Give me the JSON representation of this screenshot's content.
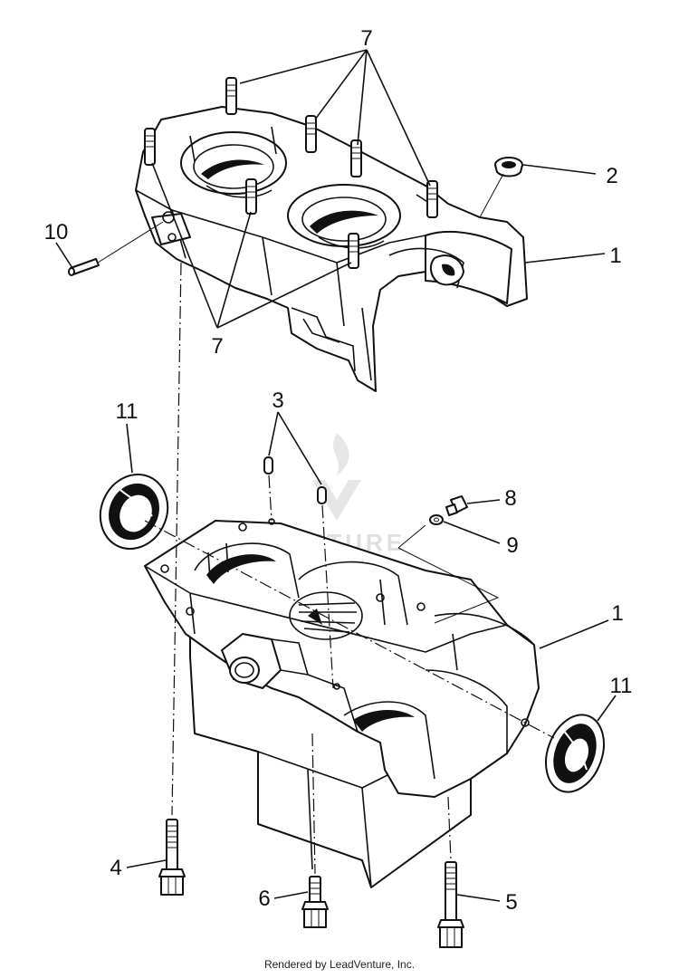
{
  "callouts": {
    "c7_top": "7",
    "c7_bottom": "7",
    "c2": "2",
    "c1_upper": "1",
    "c10": "10",
    "c11_left": "11",
    "c3": "3",
    "c8": "8",
    "c9": "9",
    "c1_lower": "1",
    "c11_right": "11",
    "c4": "4",
    "c6": "6",
    "c5": "5"
  },
  "watermark": "VENTURE",
  "footer": {
    "credit": "Rendered by LeadVenture, Inc."
  }
}
